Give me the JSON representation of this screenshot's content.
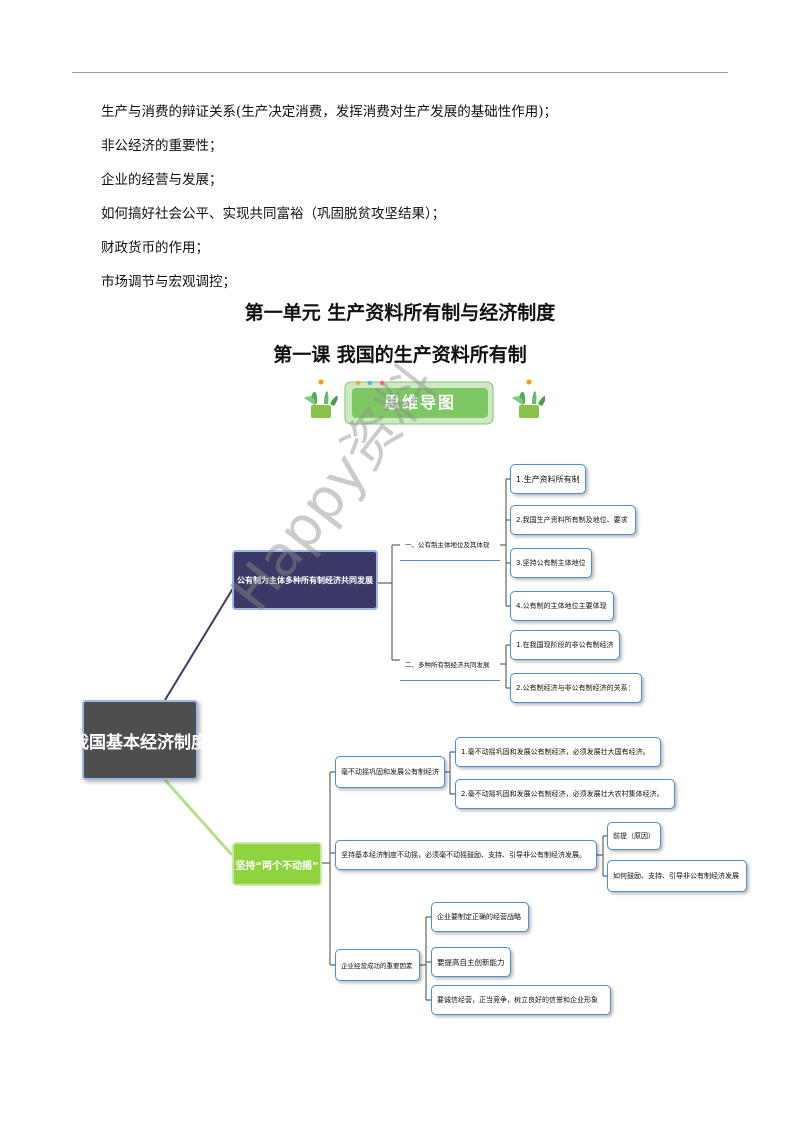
{
  "lines": [
    "生产与消费的辩证关系(生产决定消费，发挥消费对生产发展的基础性作用)；",
    "非公经济的重要性；",
    "企业的经营与发展；",
    "如何搞好社会公平、实现共同富裕（巩固脱贫攻坚结果）；",
    "财政货币的作用；",
    "市场调节与宏观调控；"
  ],
  "unit_title": "第一单元  生产资料所有制与经济制度",
  "lesson_title": "第一课  我国的生产资料所有制",
  "banner_label": "思维导图",
  "watermark": "Happy资料",
  "colors": {
    "branch_dark": "#3b3a66",
    "branch_green": "#8fd33e",
    "root": "#4e4e4e",
    "box_border": "#4a8fd8"
  },
  "mindmap": {
    "root": "我国基本经济制度",
    "branch1": {
      "label": "公有制为主体多种所有制经济共同发展",
      "sub1": {
        "label": "一、公有制主体地位及其体现",
        "items": [
          "1.生产资料所有制",
          "2.我国生产资料所有制及地位、要求",
          "3.坚持公有制主体地位",
          "4.公有制的主体地位主要体现"
        ]
      },
      "sub2": {
        "label": "二、多种所有制经济共同发展",
        "items": [
          "1.在我国现阶段的非公有制经济",
          "2.公有制经济与非公有制经济的关系："
        ]
      }
    },
    "branch2": {
      "label": "坚持“两个不动摇”",
      "sub1": {
        "label": "毫不动摇巩固和发展公有制经济",
        "items": [
          "1.毫不动摇巩固和发展公有制经济，必须发展壮大国有经济。",
          "2.毫不动摇巩固和发展公有制经济，必须发展壮大农村集体经济。"
        ]
      },
      "sub2": {
        "label": "坚持基本经济制度不动摇，必须毫不动摇鼓励、支持、引导非公有制经济发展。",
        "items": [
          "前提（原因）",
          "如何鼓励、支持、引导非公有制经济发展"
        ]
      },
      "sub3": {
        "label": "企业经营成功的重要因素",
        "items": [
          "企业要制定正确的经营战略",
          "要提高自主创新能力",
          "要诚信经营，正当竞争，树立良好的信誉和企业形象"
        ]
      }
    }
  }
}
